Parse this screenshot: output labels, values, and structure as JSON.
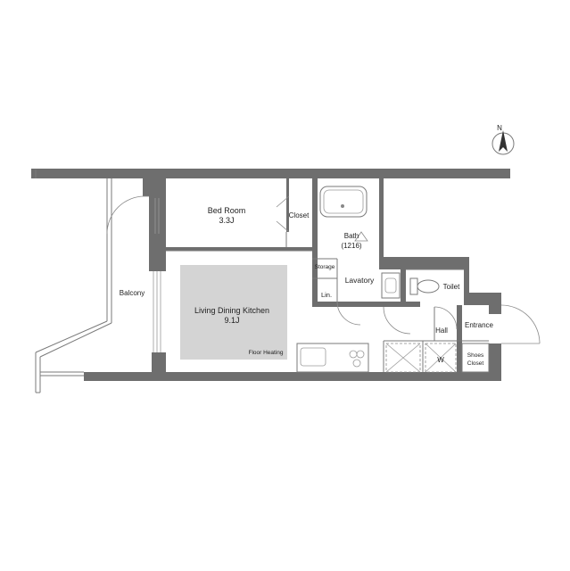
{
  "rooms": {
    "bedroom": {
      "name": "Bed Room",
      "size": "3.3J"
    },
    "closet": "Closet",
    "bath": {
      "name": "Bath",
      "size": "(1216)"
    },
    "storage": "Storage",
    "lavatory": "Lavatory",
    "linen": "Lin.",
    "toilet": "Toilet",
    "ldk": {
      "name": "Living Dining Kitchen",
      "size": "9.1J"
    },
    "floor_heating": "Floor Heating",
    "balcony": "Balcony",
    "hall": "Hall",
    "entrance": "Entrance",
    "shoes_closet": {
      "line1": "Shoes",
      "line2": "Closet"
    },
    "washer": "W"
  },
  "compass": {
    "label": "N"
  },
  "colors": {
    "wall": "#6e6e6e",
    "floor_heating": "#d4d4d4",
    "line": "#8a8a8a"
  }
}
